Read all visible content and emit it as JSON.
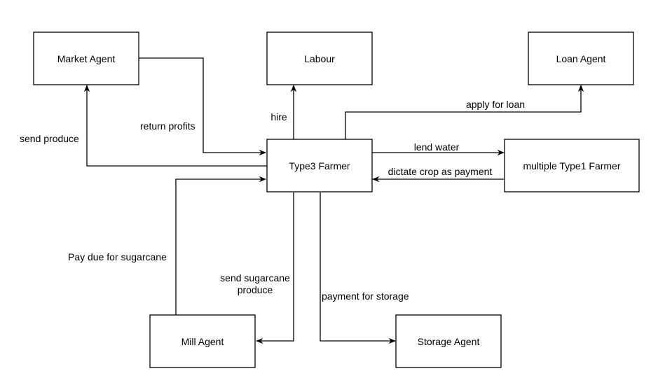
{
  "nodes": {
    "market_agent": "Market Agent",
    "labour": "Labour",
    "loan_agent": "Loan Agent",
    "type3_farmer": "Type3 Farmer",
    "type1_farmer": "multiple Type1 Farmer",
    "mill_agent": "Mill Agent",
    "storage_agent": "Storage Agent"
  },
  "edges": {
    "send_produce": "send produce",
    "return_profits": "return profits",
    "hire": "hire",
    "apply_for_loan": "apply for loan",
    "lend_water": "lend water",
    "dictate_crop": "dictate crop as payment",
    "pay_due": "Pay due for sugarcane",
    "send_sugarcane_line1": "send sugarcane",
    "send_sugarcane_line2": "produce",
    "payment_storage": "payment for storage"
  }
}
